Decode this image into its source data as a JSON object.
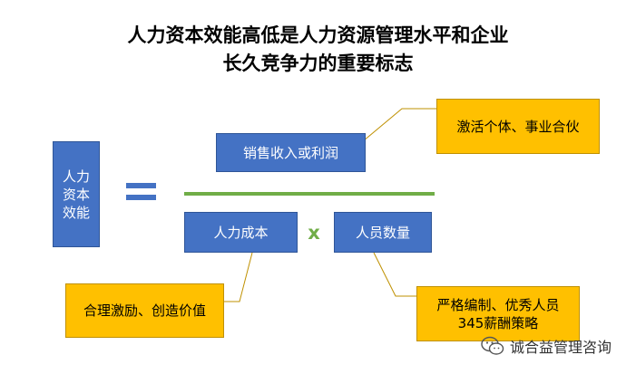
{
  "title": {
    "line1": "人力资本效能高低是人力资源管理水平和企业",
    "line2": "长久竞争力的重要标志"
  },
  "left_box": {
    "line1": "人力",
    "line2": "资本",
    "line3": "效能"
  },
  "numerator": "销售收入或利润",
  "denominator_left": "人力成本",
  "multiply_sign": "x",
  "denominator_right": "人员数量",
  "callouts": {
    "numerator_note": "激活个体、事业合伙",
    "cost_note": "合理激励、创造价值",
    "headcount_note_line1": "严格编制、优秀人员",
    "headcount_note_line2": "345薪酬策略"
  },
  "watermark": {
    "text": "诚合益管理咨询",
    "icon": "wechat-icon"
  },
  "colors": {
    "blue": "#4472c4",
    "gold": "#ffc000",
    "green": "#70ad47"
  }
}
